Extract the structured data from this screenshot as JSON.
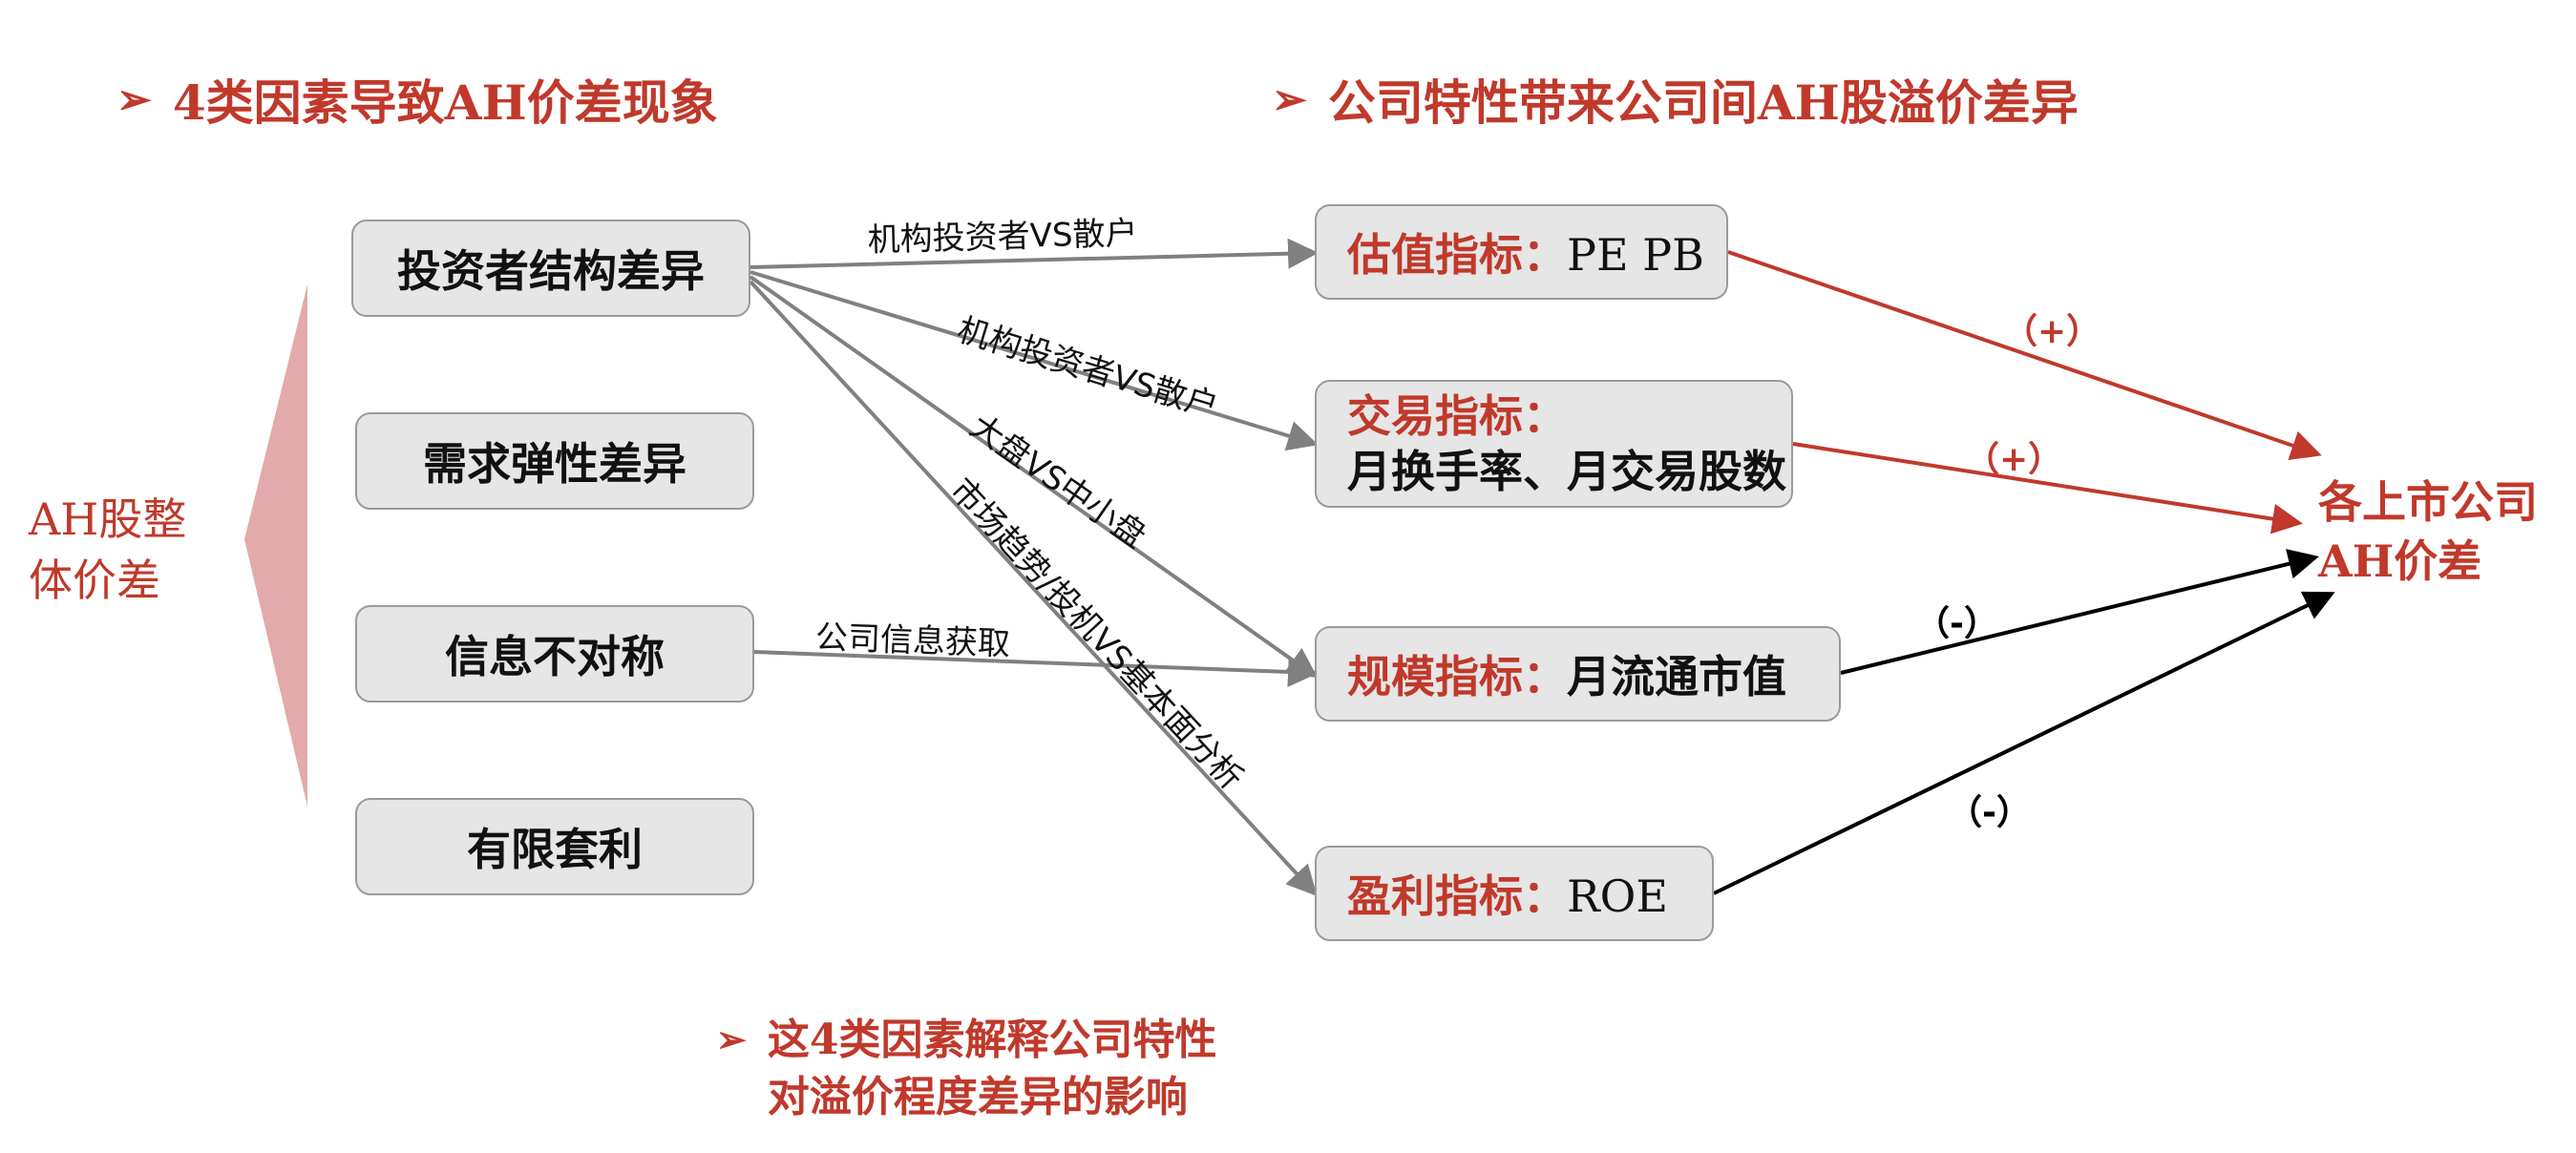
{
  "headings": {
    "left": "4类因素导致AH价差现象",
    "right": "公司特性带来公司间AH股溢价差异",
    "bottom_line1": "这4类因素解释公司特性",
    "bottom_line2": "对溢价程度差异的影响",
    "arrow_glyph": "➢"
  },
  "left_label": {
    "line1": "AH股整",
    "line2": "体价差"
  },
  "factors": [
    "投资者结构差异",
    "需求弹性差异",
    "信息不对称",
    "有限套利"
  ],
  "indicators": [
    {
      "name": "估值指标：",
      "detail": "PE PB"
    },
    {
      "name": "交易指标：",
      "detail": "月换手率、月交易股数"
    },
    {
      "name": "规模指标：",
      "detail": "月流通市值"
    },
    {
      "name": "盈利指标：",
      "detail": "ROE"
    }
  ],
  "target": {
    "line1": "各上市公司",
    "line2": "AH价差"
  },
  "edge_labels": {
    "e1": "机构投资者VS散户",
    "e2": "机构投资者VS散户",
    "e3": "大盘VS中小盘",
    "e4": "市场趋势/投机VS基本面分析",
    "e5": "公司信息获取"
  },
  "signs": {
    "valuation": "（+）",
    "trading": "（+）",
    "scale": "（-）",
    "profit": "（-）"
  },
  "colors": {
    "accent": "#c0392b",
    "positive_arrow": "#c0392b",
    "negative_arrow": "#000000",
    "factor_arrow": "#808080",
    "box_fill": "#e6e6e6",
    "wedge": "#e2aaaa"
  }
}
